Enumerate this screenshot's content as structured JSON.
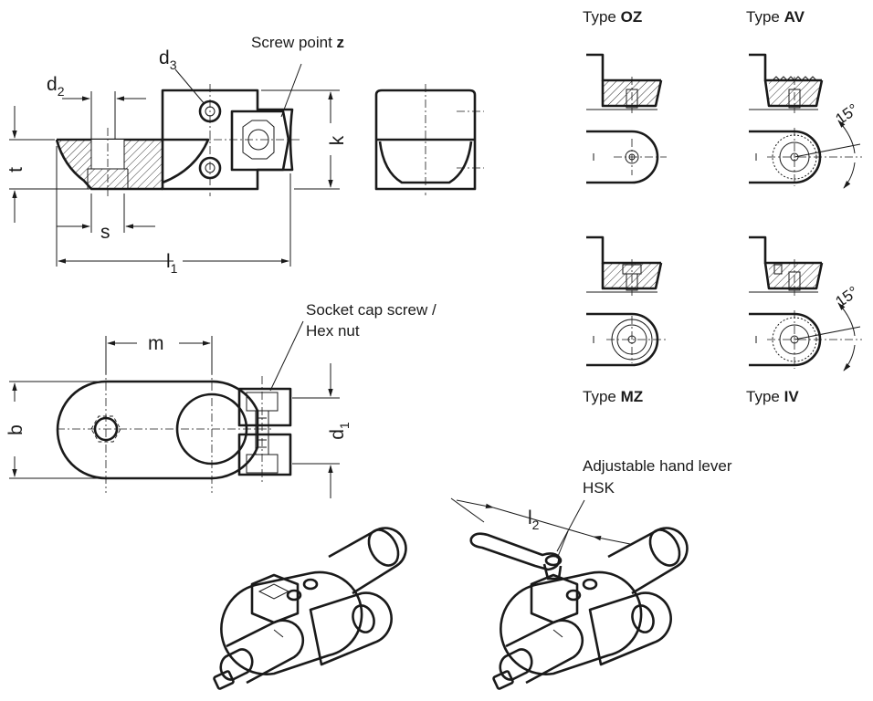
{
  "dimensions": {
    "d2": {
      "main": "d",
      "sub": "2"
    },
    "d3": {
      "main": "d",
      "sub": "3"
    },
    "t": "t",
    "s": "s",
    "k": "k",
    "l1": {
      "main": "l",
      "sub": "1"
    },
    "m": "m",
    "b": "b",
    "d1": {
      "main": "d",
      "sub": "1"
    },
    "l2": {
      "main": "l",
      "sub": "2"
    }
  },
  "callouts": {
    "screw_point": {
      "text": "Screw point ",
      "bold": "z"
    },
    "socket_cap_line1": "Socket cap screw /",
    "socket_cap_line2": "Hex nut",
    "hand_lever_line1": "Adjustable hand lever",
    "hand_lever_line2": "HSK"
  },
  "types": {
    "oz": {
      "prefix": "Type ",
      "bold": "OZ"
    },
    "av": {
      "prefix": "Type  ",
      "bold": "AV"
    },
    "mz": {
      "prefix": "Type ",
      "bold": "MZ"
    },
    "iv": {
      "prefix": "Type ",
      "bold": "IV"
    }
  },
  "angles": {
    "av": "15°",
    "iv": "15°"
  }
}
